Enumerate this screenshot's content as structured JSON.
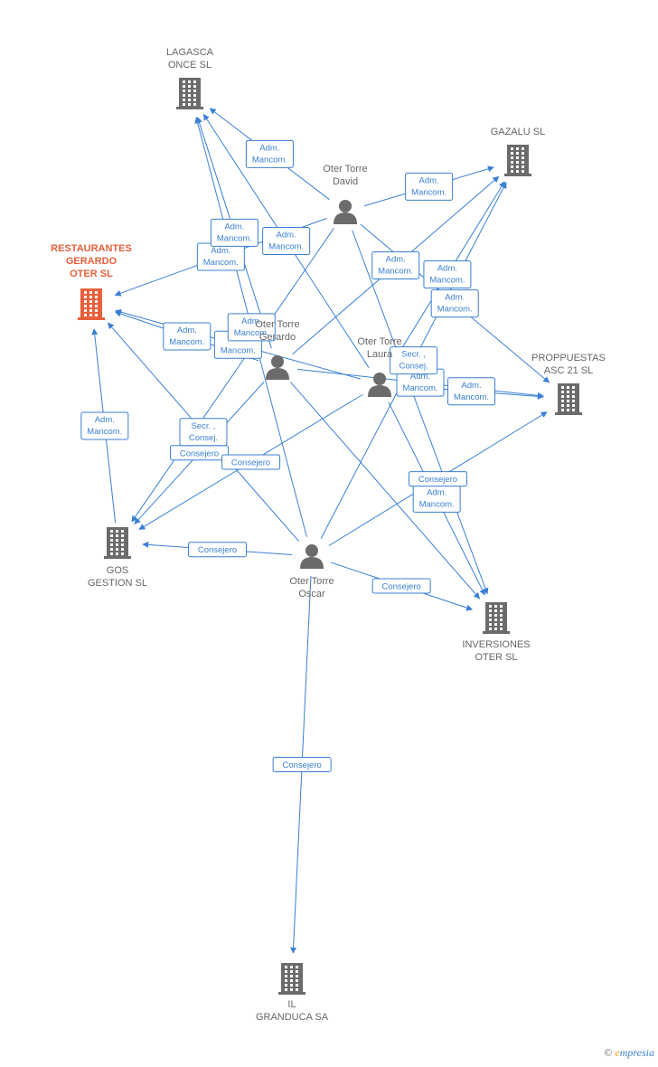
{
  "nodes": {
    "lagasca": {
      "kind": "company",
      "label": [
        "LAGASCA",
        "ONCE SL"
      ]
    },
    "gazalu": {
      "kind": "company",
      "label": [
        "GAZALU SL"
      ]
    },
    "restaurantes": {
      "kind": "company",
      "main": true,
      "label": [
        "RESTAURANTES",
        "GERARDO",
        "OTER SL"
      ]
    },
    "proppuestas": {
      "kind": "company",
      "label": [
        "PROPPUESTAS",
        "ASC 21 SL"
      ]
    },
    "gos": {
      "kind": "company",
      "label": [
        "GOS",
        "GESTION SL"
      ]
    },
    "inversiones": {
      "kind": "company",
      "label": [
        "INVERSIONES",
        "OTER SL"
      ]
    },
    "il_granduca": {
      "kind": "company",
      "label": [
        "IL",
        "GRANDUCA SA"
      ]
    },
    "david": {
      "kind": "person",
      "label": [
        "Oter Torre",
        "David"
      ]
    },
    "gerardo": {
      "kind": "person",
      "label": [
        "Oter Torre",
        "Gerardo"
      ]
    },
    "laura": {
      "kind": "person",
      "label": [
        "Oter Torre",
        "Laura"
      ]
    },
    "oscar": {
      "kind": "person",
      "label": [
        "Oter Torre",
        "Oscar"
      ]
    }
  },
  "edges": [
    {
      "from": "david",
      "to": "lagasca",
      "label": [
        "Adm.",
        "Mancom."
      ]
    },
    {
      "from": "david",
      "to": "gazalu",
      "label": [
        "Adm.",
        "Mancom."
      ]
    },
    {
      "from": "david",
      "to": "restaurantes",
      "label": [
        "Adm.",
        "Mancom."
      ]
    },
    {
      "from": "david",
      "to": "proppuestas",
      "label": [
        "Adm.",
        "Mancom."
      ]
    },
    {
      "from": "david",
      "to": "inversiones",
      "label": []
    },
    {
      "from": "david",
      "to": "gos",
      "label": []
    },
    {
      "from": "gerardo",
      "to": "lagasca",
      "label": [
        "Adm.",
        "Mancom."
      ]
    },
    {
      "from": "gerardo",
      "to": "restaurantes",
      "label": [
        "Adm.",
        "Mancom."
      ]
    },
    {
      "from": "gerardo",
      "to": "proppuestas",
      "label": [
        "Adm.",
        "Mancom."
      ]
    },
    {
      "from": "gerardo",
      "to": "gos",
      "label": [
        "Consejero"
      ]
    },
    {
      "from": "gerardo",
      "to": "inversiones",
      "label": []
    },
    {
      "from": "gerardo",
      "to": "gazalu",
      "label": [
        "Adm.",
        "Mancom."
      ]
    },
    {
      "from": "laura",
      "to": "lagasca",
      "label": [
        "Adm.",
        "Mancom."
      ]
    },
    {
      "from": "laura",
      "to": "gazalu",
      "label": [
        "Adm.",
        "Mancom."
      ]
    },
    {
      "from": "laura",
      "to": "restaurantes",
      "label": [
        "Adm.",
        "Mancom."
      ]
    },
    {
      "from": "laura",
      "to": "proppuestas",
      "label": [
        "Adm.",
        "Mancom."
      ]
    },
    {
      "from": "laura",
      "to": "gos",
      "label": [
        "Consejero"
      ]
    },
    {
      "from": "laura",
      "to": "inversiones",
      "label": [
        "Adm.",
        "Mancom."
      ]
    },
    {
      "from": "oscar",
      "to": "lagasca",
      "label": [
        "Adm.",
        "Mancom."
      ]
    },
    {
      "from": "oscar",
      "to": "restaurantes",
      "label": [
        "Secr. ,",
        "Consej."
      ]
    },
    {
      "from": "oscar",
      "to": "gos",
      "label": [
        "Consejero"
      ]
    },
    {
      "from": "oscar",
      "to": "inversiones",
      "label": [
        "Consejero"
      ]
    },
    {
      "from": "oscar",
      "to": "il_granduca",
      "label": [
        "Consejero"
      ]
    },
    {
      "from": "oscar",
      "to": "proppuestas",
      "label": [
        "Consejero"
      ]
    },
    {
      "from": "oscar",
      "to": "gazalu",
      "label": [
        "Secr. ,",
        "Consej."
      ]
    },
    {
      "from": "gos",
      "to": "restaurantes",
      "label": [
        "Adm.",
        "Mancom."
      ]
    }
  ],
  "footer": {
    "copyright": "©",
    "brand_initial": "e",
    "brand_rest": "mpresia"
  },
  "colors": {
    "edge": "#3a7fd5",
    "company_icon": "#6b6b6b",
    "main_company_icon": "#e8603c",
    "person_icon": "#6b6b6b"
  }
}
